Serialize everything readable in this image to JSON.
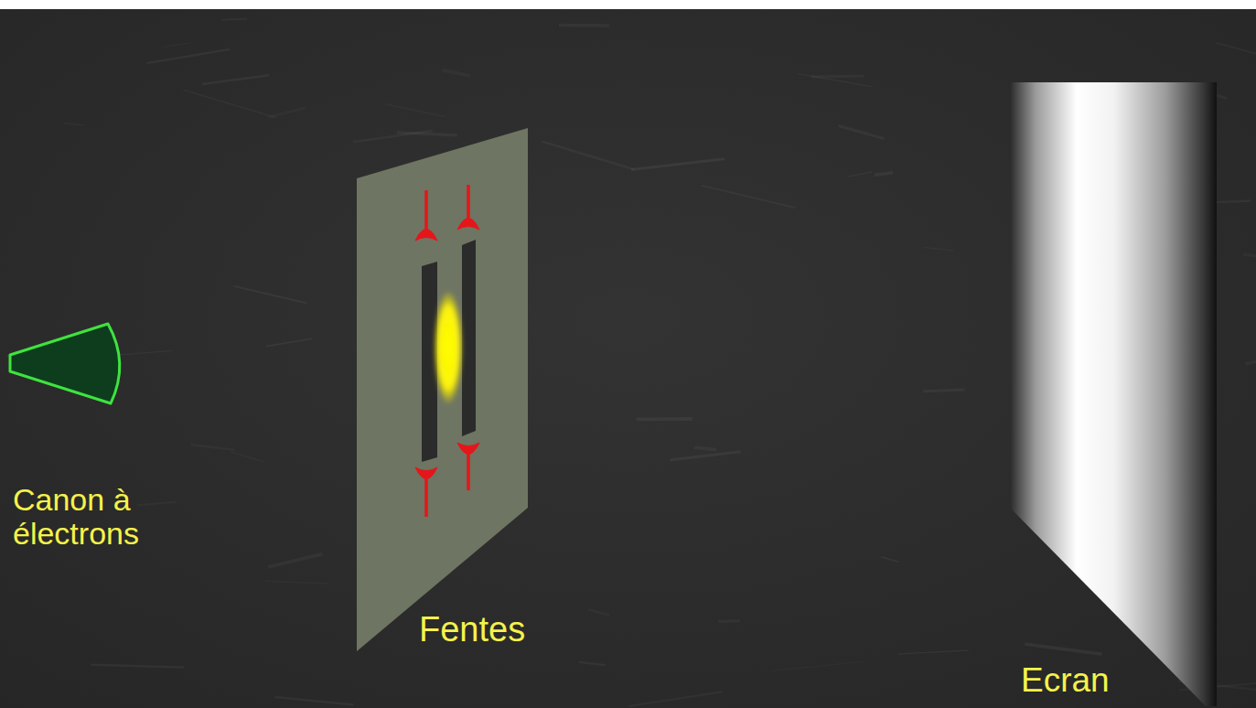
{
  "diagram": {
    "labels": [
      "Canon à électrons",
      "Fentes",
      "Ecran"
    ]
  }
}
